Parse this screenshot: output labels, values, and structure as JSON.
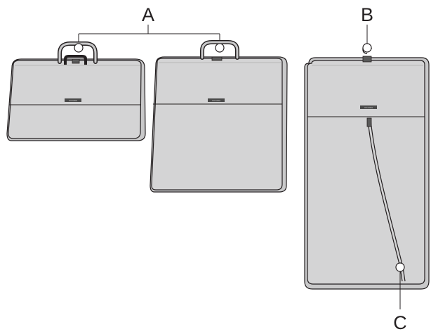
{
  "colors": {
    "outline": "#231f20",
    "bag_fill": "#d4d4d5",
    "tag_fill": "#4a4a4a",
    "background": "#ffffff"
  },
  "callouts": [
    {
      "id": "A",
      "label": "A"
    },
    {
      "id": "B",
      "label": "B"
    },
    {
      "id": "C",
      "label": "C"
    }
  ],
  "bags": {
    "handbag_small": {
      "brand_tag": "monoka"
    },
    "handbag_tall": {
      "brand_tag": "monoka"
    },
    "garment_bag": {
      "brand_tag": "monoka"
    }
  }
}
